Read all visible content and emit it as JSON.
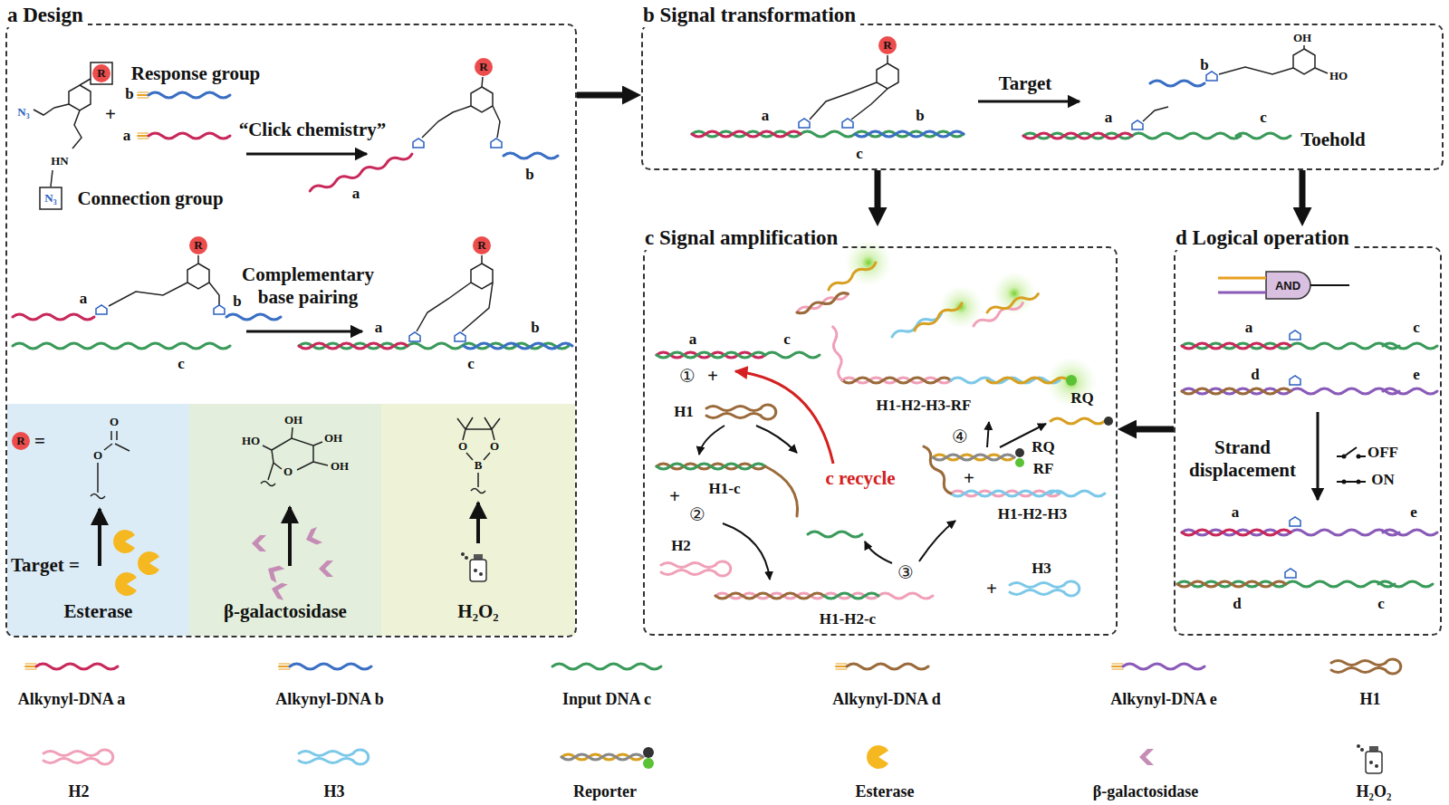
{
  "diagram": {
    "nodes": [
      {
        "text": [
          "a Design"
        ]
      },
      {
        "text": [
          "Esterase"
        ],
        "in": 0
      },
      {
        "text": [
          "β-galactosidase"
        ],
        "in": 0
      },
      {
        "text": [
          "H₂O₂"
        ],
        "in": 0
      },
      {
        "text": [
          "b Signal transformation"
        ]
      },
      {
        "text": [
          "c Signal amplification"
        ]
      },
      {
        "text": [
          "d Logical operation"
        ]
      }
    ],
    "edges": [
      {
        "from": 0,
        "to": 4,
        "arrow": "to"
      },
      {
        "from": 4,
        "to": 5,
        "arrow": "to"
      },
      {
        "from": 4,
        "to": 6,
        "arrow": "to"
      },
      {
        "from": 6,
        "to": 5,
        "arrow": "to"
      }
    ],
    "labels": [
      "R",
      "Response group",
      "N₃",
      "HN",
      "N₃",
      "Connection group",
      "+",
      "b",
      "a",
      "“Click chemistry”",
      "R",
      "a",
      "b",
      "R",
      "a",
      "b",
      "c",
      "Complementary base pairing",
      "R",
      "a",
      "b",
      "c",
      "R",
      "=",
      "O",
      "O",
      "Target =",
      "OH",
      "HO",
      "OH",
      "OH",
      "O",
      "O",
      "B",
      "O",
      "R",
      "a",
      "c",
      "b",
      "Target",
      "b",
      "OH",
      "HO",
      "a",
      "c",
      "Toehold",
      "a",
      "c",
      "①",
      "+",
      "H1",
      "H1-c",
      "c recycle",
      "+",
      "②",
      "H2",
      "H1-H2-c",
      "③",
      "+",
      "H3",
      "H1-H2-H3",
      "④",
      "RQ",
      "RQ",
      "RF",
      "+",
      "H1-H2-H3-RF",
      "AND",
      "a",
      "c",
      "d",
      "e",
      "Strand displacement",
      "OFF",
      "ON",
      "a",
      "e",
      "d",
      "c"
    ],
    "legend": [
      {
        "text": "Alkynyl-DNA a"
      },
      {
        "text": "Alkynyl-DNA b"
      },
      {
        "text": "Input DNA c"
      },
      {
        "text": "Alkynyl-DNA d"
      },
      {
        "text": "Alkynyl-DNA e"
      },
      {
        "text": "H1"
      },
      {
        "text": "H2"
      },
      {
        "text": "H3"
      },
      {
        "text": "Reporter"
      },
      {
        "text": "Esterase"
      },
      {
        "text": "β-galactosidase"
      },
      {
        "text": "H₂O₂"
      }
    ]
  }
}
